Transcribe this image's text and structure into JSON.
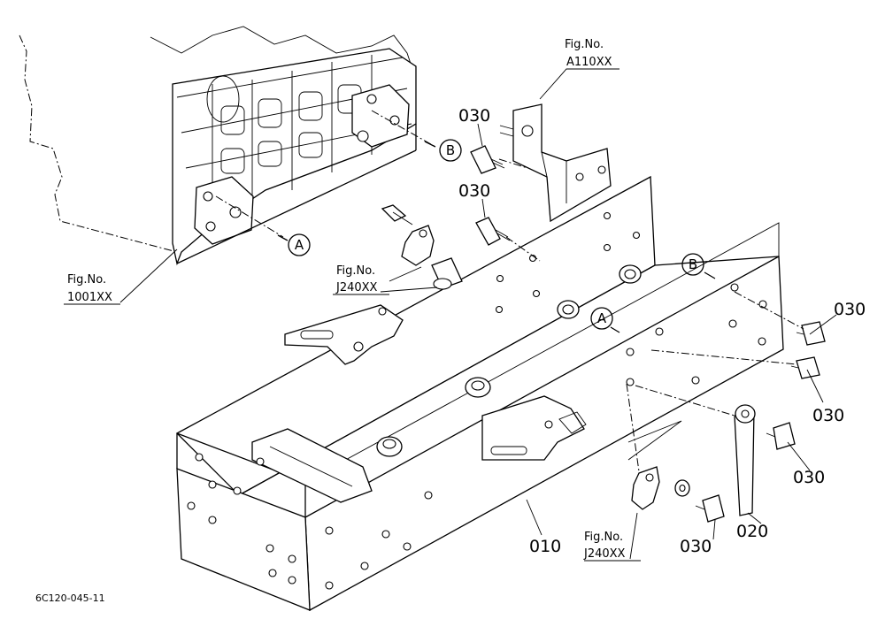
{
  "parts": {
    "frame": "010",
    "earth_strap": "020",
    "bolt": "030"
  },
  "references": {
    "fig_no_label": "Fig.No.",
    "engine": "1001XX",
    "bracket": "A110XX",
    "fitting": "J240XX"
  },
  "markers": {
    "a": "A",
    "b": "B"
  },
  "drawing_code": "6C120-045-11"
}
